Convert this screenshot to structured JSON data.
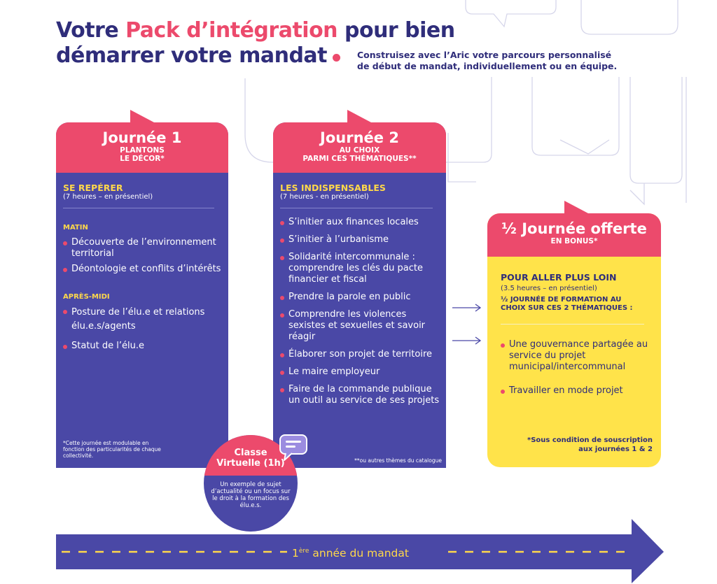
{
  "header": {
    "title_part1": "Votre ",
    "title_accent": "Pack d’intégration",
    "title_part2": " pour bien",
    "title_line2": "démarrer votre mandat",
    "subtitle_line1": "Construisez avec l’Aric votre parcours personnalisé",
    "subtitle_line2": "de début de mandat, individuellement ou en équipe."
  },
  "day1": {
    "title": "Journée 1",
    "sub1": "PLANTONS",
    "sub2": "LE DÉCOR*",
    "section_title": "SE REPÉRER",
    "section_meta": "(7 heures – en présentiel)",
    "morning_label": "MATIN",
    "morning_items": [
      "Découverte de l’environnement territorial",
      "Déontologie et conflits d’intérêts"
    ],
    "afternoon_label": "APRÈS-MIDI",
    "afternoon_items": [
      "Posture de l’élu.e et relations élu.e.s/agents",
      "Statut de l’élu.e"
    ],
    "footnote": "*Cette journée est modulable en fonction des particularités de chaque collectivité."
  },
  "day2": {
    "title": "Journée 2",
    "sub1": "AU CHOIX",
    "sub2": "PARMI CES THÉMATIQUES**",
    "section_title": "LES INDISPENSABLES",
    "section_meta": "(7 heures - en présentiel)",
    "items": [
      "S’initier aux finances locales",
      "S’initier à l’urbanisme",
      "Solidarité intercommunale : comprendre les clés du pacte financier et fiscal",
      "Prendre la parole en public",
      "Comprendre les violences sexistes et sexuelles et savoir réagir",
      "Élaborer son projet de territoire",
      "Le maire employeur",
      "Faire de la commande publique un outil au service de ses projets"
    ],
    "footnote": "**ou autres thèmes du catalogue"
  },
  "bonus": {
    "title": "½ Journée offerte",
    "sub": "EN BONUS*",
    "section_title": "POUR ALLER PLUS LOIN",
    "section_meta": "(3.5 heures – en présentiel)",
    "choice_line1": "½ JOURNÉE DE FORMATION AU",
    "choice_line2": "CHOIX SUR CES 2 THÉMATIQUES :",
    "items": [
      "Une gouvernance partagée au service du projet municipal/intercommunal",
      "Travailler en mode projet"
    ],
    "footnote_line1": "*Sous condition de souscription",
    "footnote_line2": "aux journées 1 & 2"
  },
  "virtual": {
    "title_line1": "Classe",
    "title_line2": "Virtuelle (1h)",
    "text": "Un exemple de sujet d’actualité ou un focus sur le droit à la formation des élu.e.s."
  },
  "timeline": {
    "sup": "ère",
    "label_rest": " année du mandat",
    "number": "1"
  },
  "colors": {
    "navy": "#2f2d7a",
    "purple": "#4a48a6",
    "pink": "#ec4a6c",
    "yellow": "#ffe34a"
  }
}
